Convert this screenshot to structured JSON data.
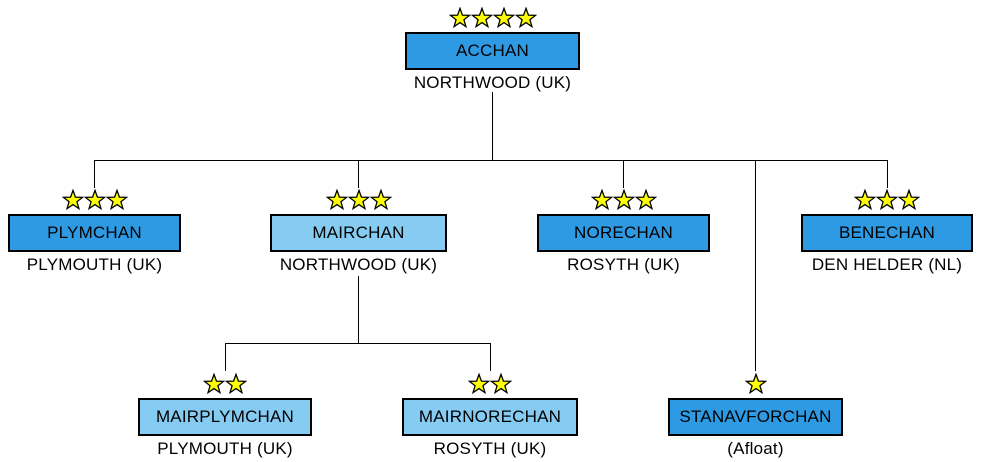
{
  "chart": {
    "type": "org-chart",
    "background": "#FFFFFF",
    "colors": {
      "box_dark": "#2E9AE4",
      "box_light": "#85CBF2",
      "box_border": "#000000",
      "line_color": "#000000",
      "text_color": "#000000",
      "star_fill": "#FFFF00",
      "star_outline": "#000000"
    },
    "nodes": [
      {
        "id": "acchan",
        "label": "ACCHAN",
        "caption": "NORTHWOOD (UK)",
        "stars": 4,
        "variant": "dark"
      },
      {
        "id": "plymchan",
        "label": "PLYMCHAN",
        "caption": "PLYMOUTH (UK)",
        "stars": 3,
        "variant": "dark"
      },
      {
        "id": "mairchan",
        "label": "MAIRCHAN",
        "caption": "NORTHWOOD (UK)",
        "stars": 3,
        "variant": "light"
      },
      {
        "id": "norechan",
        "label": "NORECHAN",
        "caption": "ROSYTH (UK)",
        "stars": 3,
        "variant": "dark"
      },
      {
        "id": "benechan",
        "label": "BENECHAN",
        "caption": "DEN HELDER (NL)",
        "stars": 3,
        "variant": "dark"
      },
      {
        "id": "mairplymchan",
        "label": "MAIRPLYMCHAN",
        "caption": "PLYMOUTH (UK)",
        "stars": 2,
        "variant": "light"
      },
      {
        "id": "mairnorechan",
        "label": "MAIRNORECHAN",
        "caption": "ROSYTH (UK)",
        "stars": 2,
        "variant": "light"
      },
      {
        "id": "stanavforchan",
        "label": "STANAVFORCHAN",
        "caption": "(Afloat)",
        "stars": 1,
        "variant": "dark"
      }
    ],
    "edges": [
      {
        "from": "acchan",
        "to": "plymchan"
      },
      {
        "from": "acchan",
        "to": "mairchan"
      },
      {
        "from": "acchan",
        "to": "norechan"
      },
      {
        "from": "acchan",
        "to": "benechan"
      },
      {
        "from": "acchan",
        "to": "stanavforchan"
      },
      {
        "from": "mairchan",
        "to": "mairplymchan"
      },
      {
        "from": "mairchan",
        "to": "mairnorechan"
      }
    ]
  }
}
